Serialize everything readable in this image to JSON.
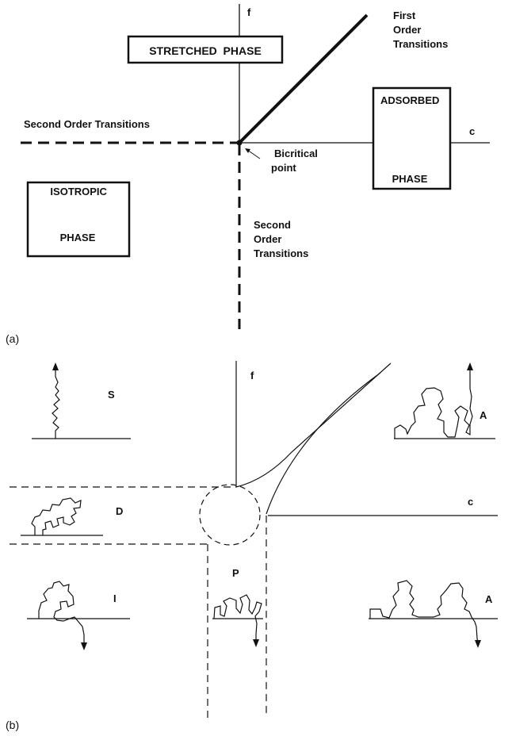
{
  "colors": {
    "ink": "#111111",
    "background": "#ffffff"
  },
  "panel_a": {
    "panel_label": "(a)",
    "axis_f": "f",
    "axis_c": "c",
    "stretched_phase": "STRETCHED  PHASE",
    "first_order": [
      "First",
      "Order",
      "Transitions"
    ],
    "adsorbed_phase": [
      "ADSORBED",
      "PHASE"
    ],
    "second_order_left": "Second Order Transitions",
    "bicritical": [
      "Bicritical",
      "point"
    ],
    "isotropic_phase": [
      "ISOTROPIC",
      "PHASE"
    ],
    "second_order_bottom": [
      "Second",
      "Order",
      "Transitions"
    ]
  },
  "panel_b": {
    "panel_label": "(b)",
    "axis_f": "f",
    "axis_c": "c",
    "phase_S": "S",
    "phase_A_top": "A",
    "phase_D": "D",
    "phase_I": "I",
    "phase_P": "P",
    "phase_A_bottom": "A"
  }
}
